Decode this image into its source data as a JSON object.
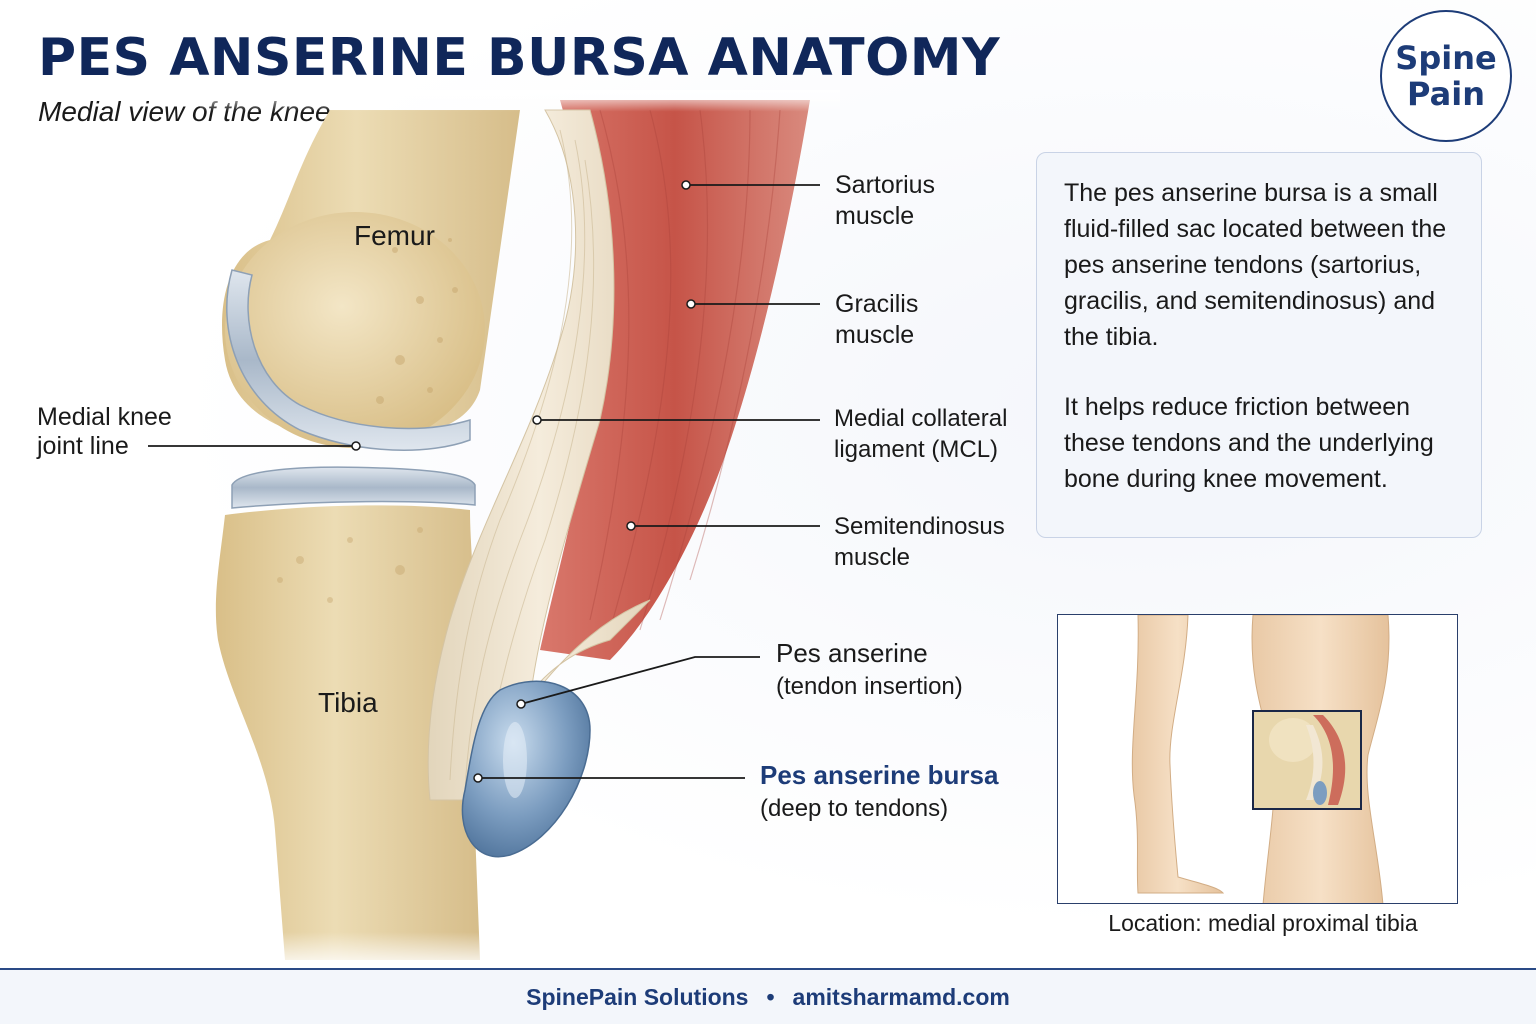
{
  "header": {
    "title": "PES ANSERINE BURSA ANATOMY",
    "subtitle": "Medial view of the knee"
  },
  "logo": {
    "line1": "Spine",
    "line2": "Pain"
  },
  "bones": {
    "femur": "Femur",
    "tibia": "Tibia"
  },
  "labels": {
    "sartorius": {
      "line1": "Sartorius",
      "line2": "muscle"
    },
    "gracilis": {
      "line1": "Gracilis",
      "line2": "muscle"
    },
    "mcl": {
      "line1": "Medial collateral",
      "line2": "ligament (MCL)"
    },
    "semitendinosus": {
      "line1": "Semitendinosus",
      "line2": "muscle"
    },
    "pes_anserine": {
      "line1": "Pes anserine",
      "line2": "(tendon insertion)"
    },
    "bursa": {
      "line1": "Pes anserine bursa",
      "line2": "(deep to tendons)"
    },
    "joint_line": {
      "line1": "Medial knee",
      "line2": "joint line"
    }
  },
  "info": {
    "paragraph1": "The pes anserine bursa is a small fluid-filled sac located between the pes anserine tendons (sartorius, gracilis, and semitendinosus) and the tibia.",
    "paragraph2": "It helps reduce friction between these tendons and the underlying bone during knee movement."
  },
  "inset": {
    "caption": "Location: medial proximal tibia"
  },
  "footer": {
    "brand": "SpinePain Solutions",
    "separator": "•",
    "website": "amitsharmamd.com"
  },
  "colors": {
    "title": "#10275a",
    "accent": "#1d3c78",
    "muscle": "#c8574b",
    "tendon": "#ece1cc",
    "bone": "#e6d1a2",
    "cartilage": "#b8c6d6",
    "bursa": "#6f93b8"
  }
}
